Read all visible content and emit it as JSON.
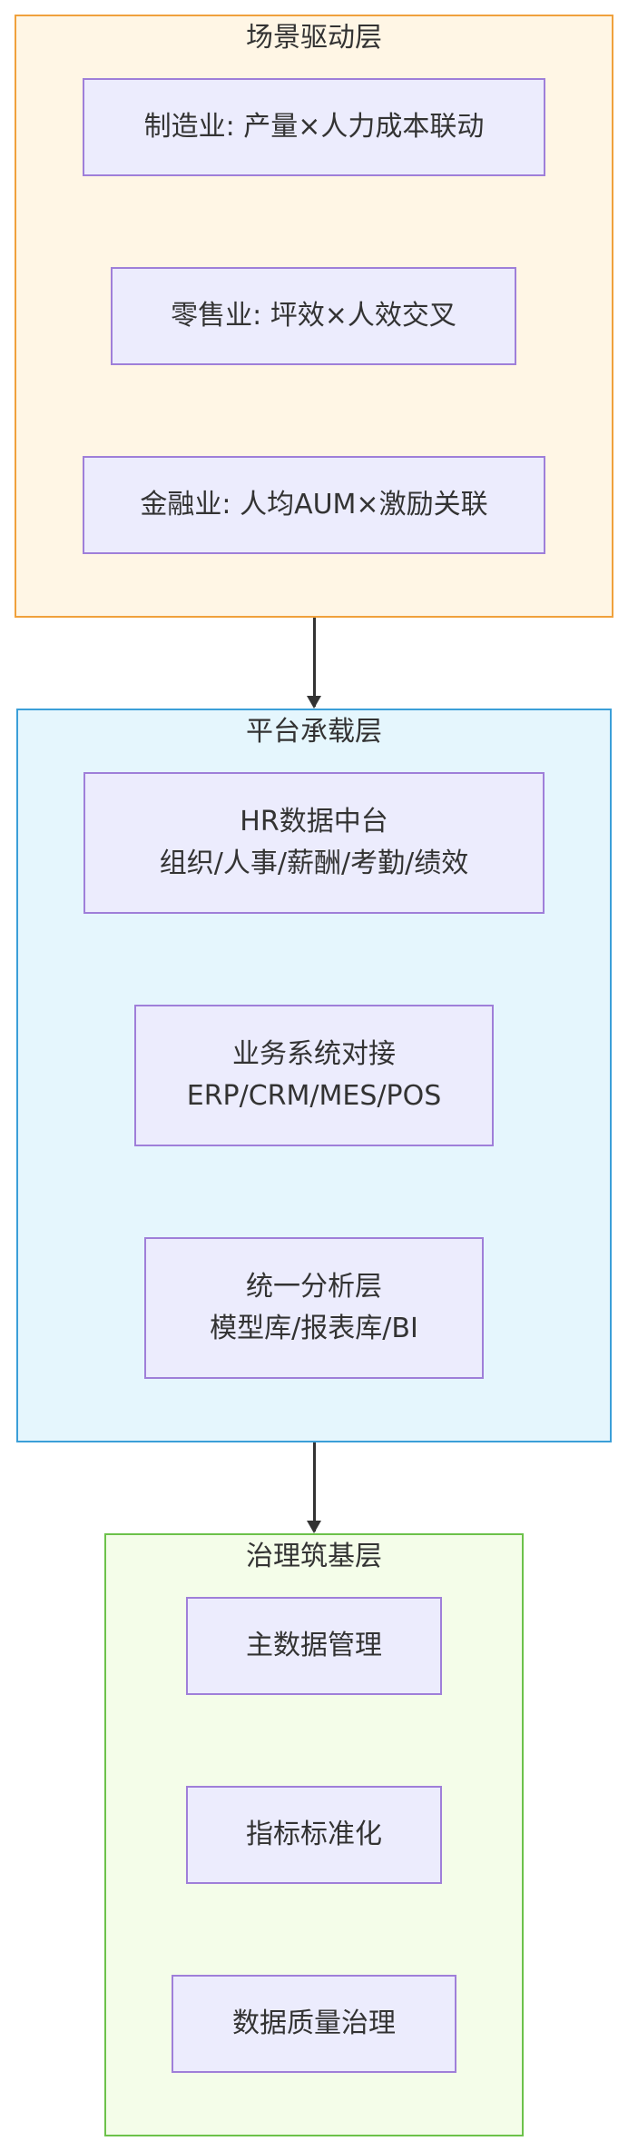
{
  "layers": [
    {
      "title": "场景驱动层",
      "nodes": [
        {
          "lines": [
            "制造业: 产量×人力成本联动"
          ]
        },
        {
          "lines": [
            "零售业: 坪效×人效交叉"
          ]
        },
        {
          "lines": [
            "金融业: 人均AUM×激励关联"
          ]
        }
      ]
    },
    {
      "title": "平台承载层",
      "nodes": [
        {
          "lines": [
            "HR数据中台",
            "组织/人事/薪酬/考勤/绩效"
          ]
        },
        {
          "lines": [
            "业务系统对接",
            "ERP/CRM/MES/POS"
          ]
        },
        {
          "lines": [
            "统一分析层",
            "模型库/报表库/BI"
          ]
        }
      ]
    },
    {
      "title": "治理筑基层",
      "nodes": [
        {
          "lines": [
            "主数据管理"
          ]
        },
        {
          "lines": [
            "指标标准化"
          ]
        },
        {
          "lines": [
            "数据质量治理"
          ]
        }
      ]
    }
  ],
  "colors": {
    "scene_fill": "#fff6e5",
    "scene_border": "#f0a13c",
    "platform_fill": "#e5f6fd",
    "platform_border": "#3b9fd8",
    "governance_fill": "#f4fde9",
    "governance_border": "#6cc24a",
    "node_fill": "#ececfd",
    "node_border": "#9f7fd9",
    "arrow": "#333333"
  }
}
